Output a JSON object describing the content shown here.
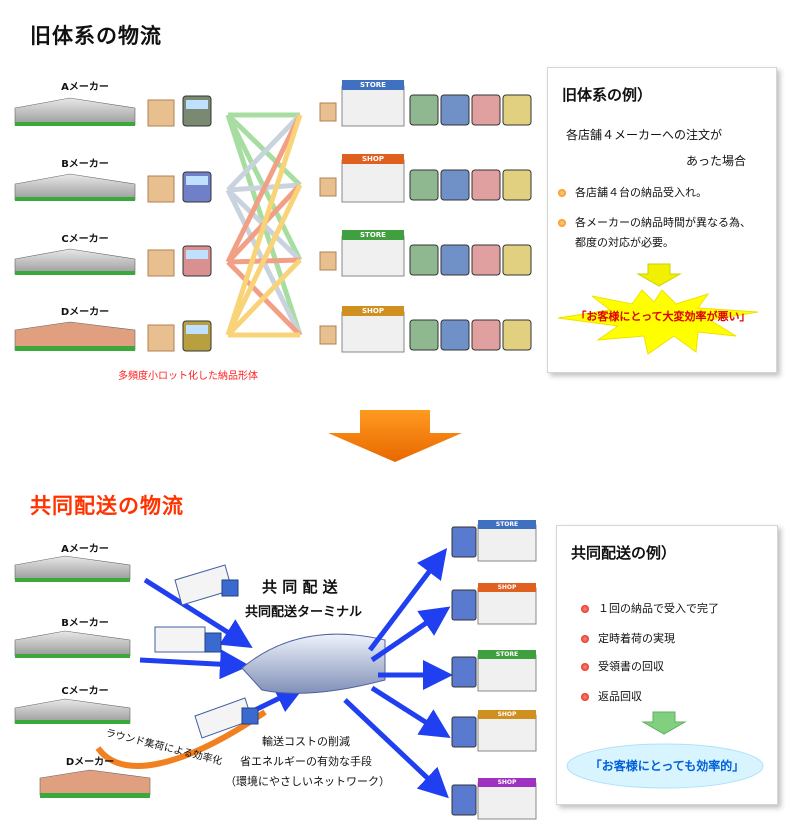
{
  "old_section": {
    "title": "旧体系の物流",
    "makers": [
      "Aメーカー",
      "Bメーカー",
      "Cメーカー",
      "Dメーカー"
    ],
    "caption": "多頻度小ロット化した納品形体",
    "store_signs": [
      "STORE",
      "SHOP",
      "STORE",
      "SHOP"
    ],
    "example_panel": {
      "title": "旧体系の例）",
      "line1": "各店舗４メーカーへの注文が",
      "line2": "あった場合",
      "bullet1": "各店舗４台の納品受入れ。",
      "bullet2_line1": "各メーカーの納品時間が異なる為、",
      "bullet2_line2": "都度の対応が必要。",
      "result": "「お客様にとって大変効率が悪い」"
    }
  },
  "new_section": {
    "title": "共同配送の物流",
    "makers": [
      "Aメーカー",
      "Bメーカー",
      "Cメーカー",
      "Dメーカー"
    ],
    "kyodo_label": "共 同 配 送",
    "terminal_label": "共同配送ターミナル",
    "round_label": "ラウンド集荷による効率化",
    "benefit1": "輸送コストの削減",
    "benefit2": "省エネルギーの有効な手段",
    "benefit3": "（環境にやさしいネットワーク）",
    "store_signs": [
      "STORE",
      "SHOP",
      "STORE",
      "SHOP",
      "SHOP"
    ],
    "example_panel": {
      "title": "共同配送の例）",
      "items": [
        "１回の納品で受入で完了",
        "定時着荷の実現",
        "受領書の回収",
        "返品回収"
      ],
      "result": "「お客様にとっても効率的」"
    }
  },
  "colors": {
    "accent_orange": "#f07800",
    "arrow_blue": "#1f3ff0",
    "title_red": "#ff3300",
    "result_red": "#e00000",
    "result_blue": "#0060d8",
    "starburst_yellow": "#ffff00",
    "down_arrow_yellow": "#f0f000",
    "down_arrow_green": "#80d080"
  }
}
